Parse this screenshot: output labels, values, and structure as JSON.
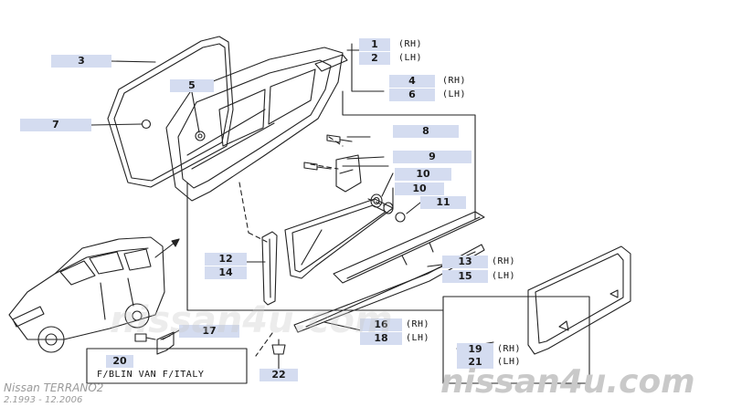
{
  "callouts": {
    "c1": "1",
    "c2": "2",
    "c3": "3",
    "c4": "4",
    "c5": "5",
    "c6": "6",
    "c7": "7",
    "c8": "8",
    "c9": "9",
    "c10a": "10",
    "c10b": "10",
    "c11": "11",
    "c12": "12",
    "c13": "13",
    "c14": "14",
    "c15": "15",
    "c16": "16",
    "c17": "17",
    "c18": "18",
    "c19": "19",
    "c20": "20",
    "c21": "21",
    "c22": "22"
  },
  "sides": {
    "rh": "(RH)",
    "lh": "(LH)"
  },
  "note": "F/BLIN VAN F/ITALY",
  "watermark": "nissan4u.com",
  "footer": {
    "model": "Nissan TERRANO2",
    "dates": "2.1993 - 12.2006"
  },
  "colors": {
    "callout_bg": "#d4dcf0",
    "line": "#222222",
    "watermark": "#c9c9c9"
  }
}
